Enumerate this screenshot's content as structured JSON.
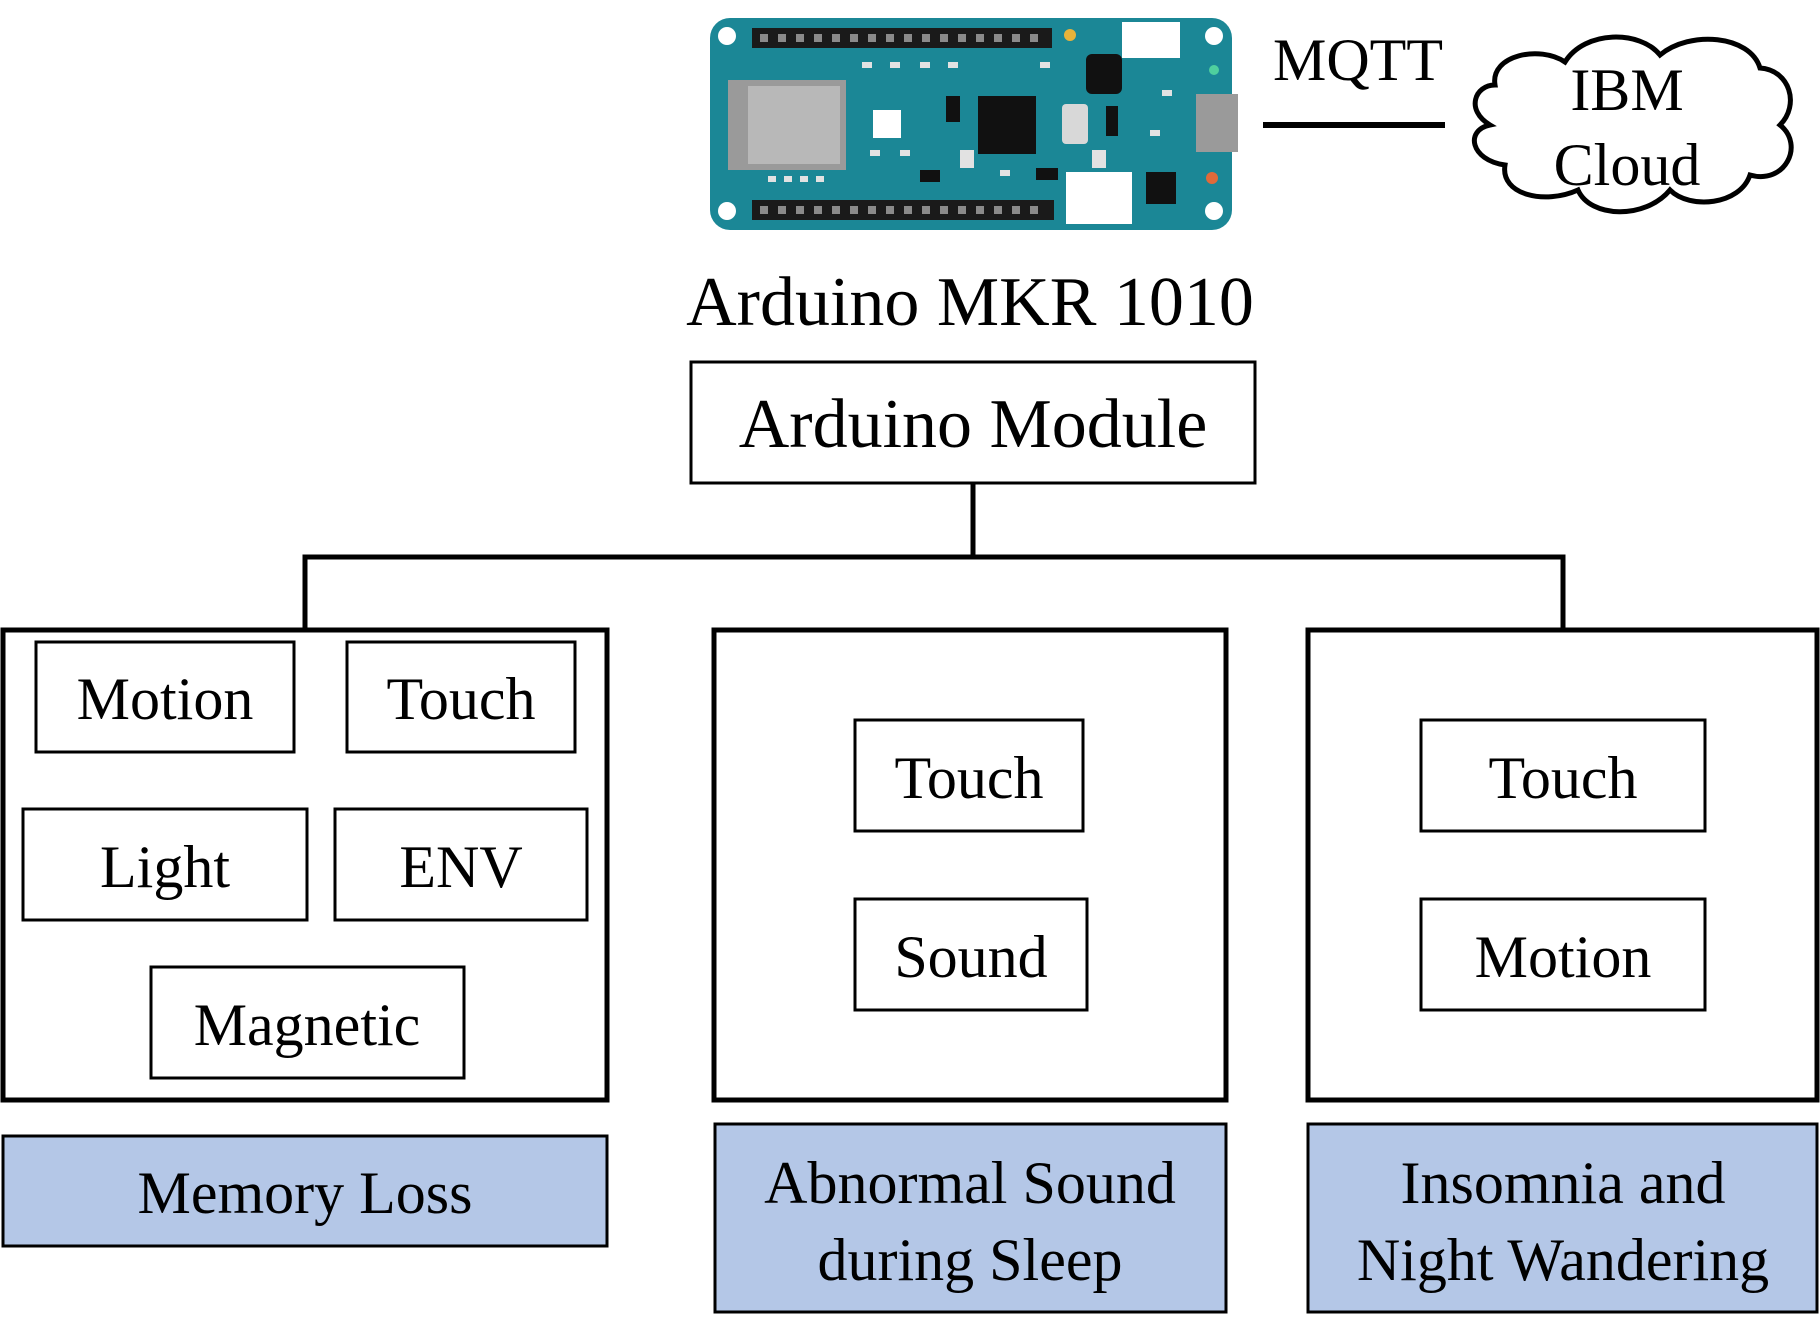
{
  "board_title": "Arduino MKR 1010",
  "protocol_label": "MQTT",
  "cloud": {
    "line1": "IBM",
    "line2": "Cloud"
  },
  "root_box": "Arduino Module",
  "groups": [
    {
      "sensors": [
        "Motion",
        "Touch",
        "Light",
        "ENV",
        "Magnetic"
      ],
      "condition": {
        "line1": "Memory Loss",
        "line2": ""
      }
    },
    {
      "sensors": [
        "Touch",
        "Sound"
      ],
      "condition": {
        "line1": "Abnormal Sound",
        "line2": "during Sleep"
      }
    },
    {
      "sensors": [
        "Touch",
        "Motion"
      ],
      "condition": {
        "line1": "Insomnia and",
        "line2": "Night Wandering"
      }
    }
  ],
  "colors": {
    "condition_fill": "#b4c7e7",
    "board_pcb": "#1b8796",
    "stroke": "#000000"
  }
}
